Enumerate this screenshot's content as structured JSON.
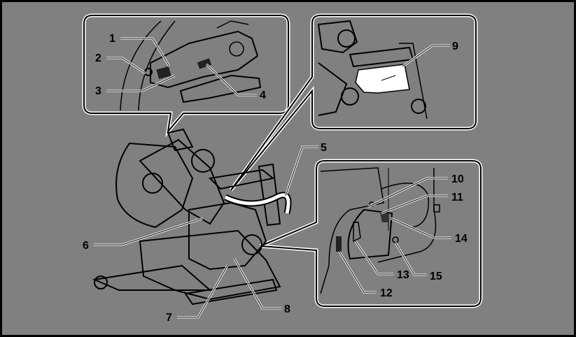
{
  "diagram": {
    "type": "parts-callout-illustration",
    "subject": "sliding compound miter saw",
    "colors": {
      "background": "#808080",
      "border": "#000000",
      "line": "#000000",
      "highlight": "#ffffff"
    },
    "callouts": [
      {
        "id": "1",
        "label": "1"
      },
      {
        "id": "2",
        "label": "2"
      },
      {
        "id": "3",
        "label": "3"
      },
      {
        "id": "4",
        "label": "4"
      },
      {
        "id": "5",
        "label": "5"
      },
      {
        "id": "6",
        "label": "6"
      },
      {
        "id": "7",
        "label": "7"
      },
      {
        "id": "8",
        "label": "8"
      },
      {
        "id": "9",
        "label": "9"
      },
      {
        "id": "10",
        "label": "10"
      },
      {
        "id": "11",
        "label": "11"
      },
      {
        "id": "12",
        "label": "12"
      },
      {
        "id": "13",
        "label": "13"
      },
      {
        "id": "14",
        "label": "14"
      },
      {
        "id": "15",
        "label": "15"
      }
    ],
    "insets": [
      {
        "name": "handle-detail",
        "callouts": [
          "1",
          "2",
          "3",
          "4"
        ]
      },
      {
        "name": "dust-bag-detail",
        "callouts": [
          "9"
        ]
      },
      {
        "name": "motor-detail",
        "callouts": [
          "10",
          "11",
          "12",
          "13",
          "14",
          "15"
        ]
      }
    ]
  }
}
